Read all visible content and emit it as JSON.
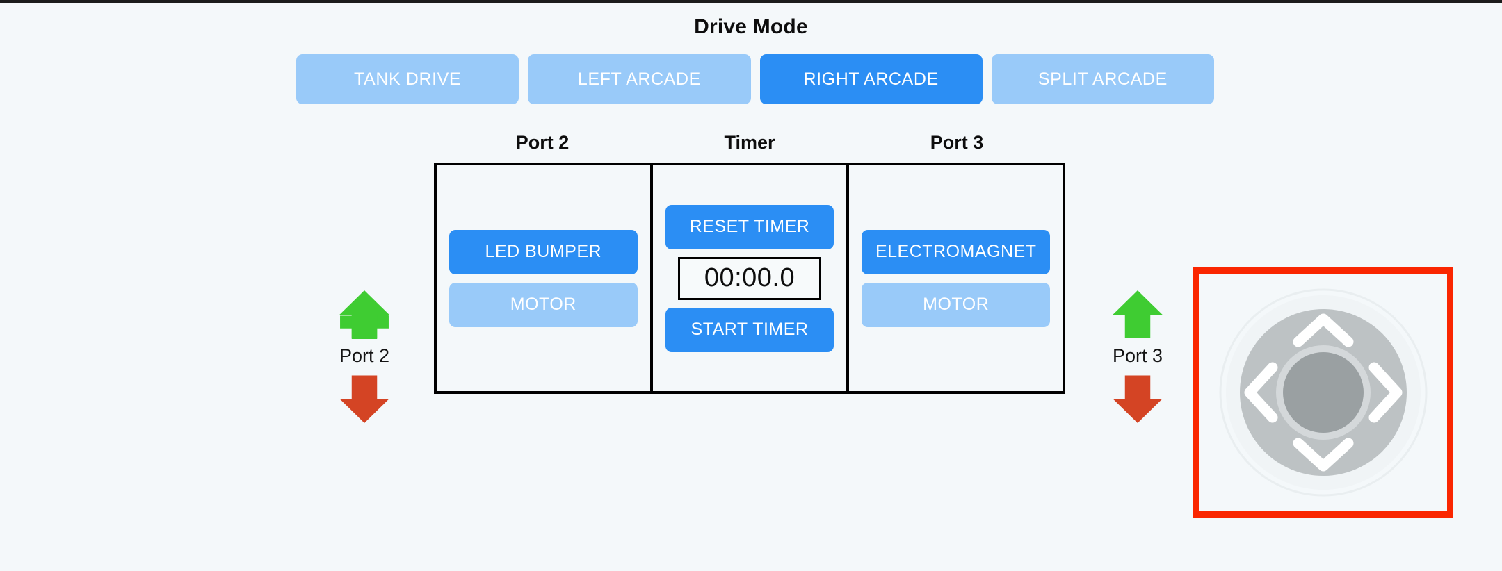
{
  "theme": {
    "background": "#f4f8fa",
    "accent_active": "#2b8ef4",
    "accent_inactive": "#99caf9",
    "arrow_up": "#3fcc32",
    "arrow_down": "#d44424",
    "highlight_border": "#fa2600",
    "panel_border": "#000000",
    "dpad_ring": "#bdc2c4",
    "dpad_center": "#9aa0a2"
  },
  "drive_mode": {
    "title": "Drive Mode",
    "buttons": [
      {
        "label": "TANK DRIVE",
        "active": false
      },
      {
        "label": "LEFT ARCADE",
        "active": false
      },
      {
        "label": "RIGHT ARCADE",
        "active": true
      },
      {
        "label": "SPLIT ARCADE",
        "active": false
      }
    ]
  },
  "panels": {
    "headers": {
      "port2": "Port 2",
      "timer": "Timer",
      "port3": "Port 3"
    },
    "port2": {
      "device_button": {
        "label": "LED BUMPER",
        "state": "on"
      },
      "motor_button": {
        "label": "MOTOR",
        "state": "off"
      }
    },
    "timer": {
      "reset_button": {
        "label": "RESET TIMER"
      },
      "display_value": "00:00.0",
      "start_button": {
        "label": "START TIMER"
      }
    },
    "port3": {
      "device_button": {
        "label": "ELECTROMAGNET",
        "state": "on"
      },
      "motor_button": {
        "label": "MOTOR",
        "state": "off"
      }
    }
  },
  "port_controls": [
    {
      "label": "Port 2",
      "up_icon": "arrow-up-icon",
      "down_icon": "arrow-down-icon"
    },
    {
      "label": "Port 3",
      "up_icon": "arrow-up-icon",
      "down_icon": "arrow-down-icon"
    }
  ],
  "joystick": {
    "name": "dpad-joystick",
    "highlighted": true,
    "directions": [
      "up",
      "right",
      "down",
      "left"
    ]
  }
}
